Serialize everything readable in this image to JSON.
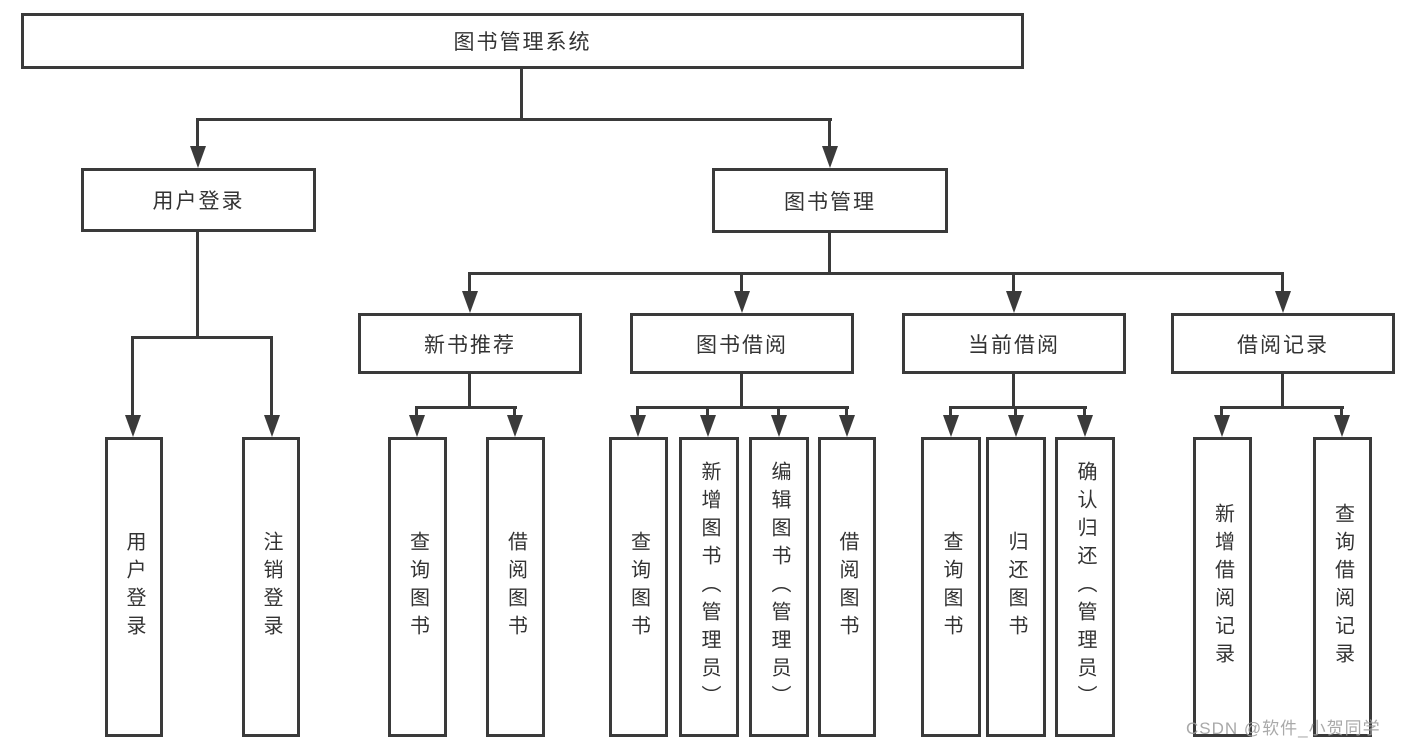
{
  "diagram": {
    "title": "图书管理系统",
    "nodes": {
      "root": "图书管理系统",
      "user_login": "用户登录",
      "book_management": "图书管理",
      "new_book_recommend": "新书推荐",
      "book_borrowing": "图书借阅",
      "current_borrowing": "当前借阅",
      "borrowing_records": "借阅记录",
      "leaves": {
        "user_login_leaf": "用户登录",
        "logout": "注销登录",
        "nb_query_book": "查询图书",
        "nb_borrow_book": "借阅图书",
        "bb_query_book": "查询图书",
        "bb_add_book": "新增图书（管理员）",
        "bb_edit_book": "编辑图书（管理员）",
        "bb_borrow_book": "借阅图书",
        "cb_query_book": "查询图书",
        "cb_return_book": "归还图书",
        "cb_confirm_return": "确认归还（管理员）",
        "br_add_record": "新增借阅记录",
        "br_query_record": "查询借阅记录"
      }
    },
    "colors": {
      "line": "#3a3a3a",
      "text": "#333333",
      "background": "#ffffff",
      "watermark": "#a0a0a0"
    }
  },
  "watermark": {
    "text": "CSDN @软件_小贺同学"
  }
}
